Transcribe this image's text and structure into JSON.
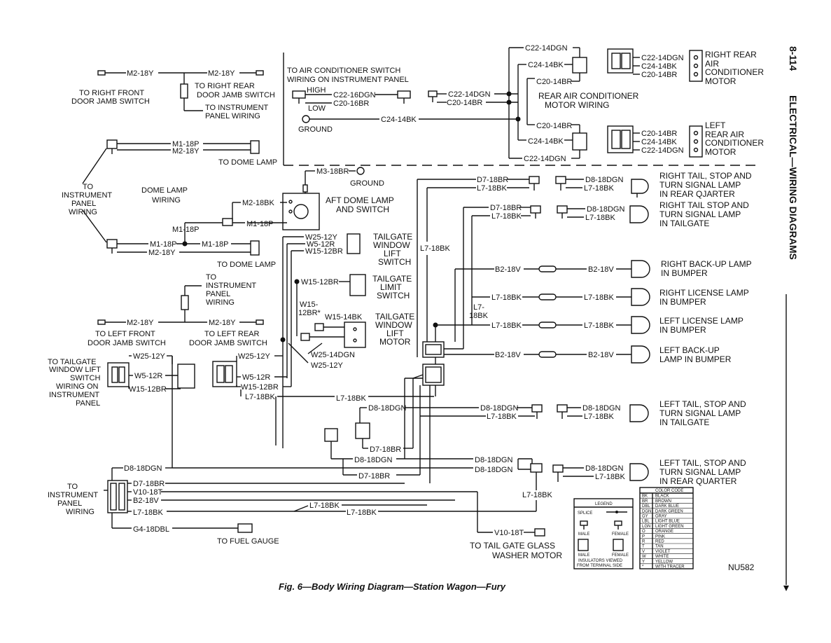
{
  "header": {
    "page_number": "8-114",
    "section_title": "ELECTRICAL—WIRING DIAGRAMS",
    "caption": "Fig. 6—Body Wiring Diagram—Station Wagon—Fury",
    "figure_code": "NU582"
  },
  "labels": {
    "m2_18y_a": "M2-18Y",
    "m2_18y_b": "M2-18Y",
    "to_right_front": "TO RIGHT FRONT",
    "door_jamb_switch_rf": "DOOR JAMB SWITCH",
    "to_right_rear": "TO RIGHT REAR",
    "door_jamb_switch_rr": "DOOR JAMB SWITCH",
    "to_instrument": "TO  INSTRUMENT",
    "panel_wiring": "PANEL  WIRING",
    "to_ac_switch": "TO AIR CONDITIONER SWITCH",
    "wiring_on_panel": "WIRING ON INSTRUMENT PANEL",
    "high": "HIGH",
    "low": "LOW",
    "c22_16dgn": "C22-16DGN",
    "c20_16br": "C20-16BR",
    "c22_14dgn_mid": "C22-14DGN",
    "c20_14br_mid": "C20-14BR",
    "ground": "GROUND",
    "c24_14bk_mid": "C24-14BK",
    "c22_14dgn_top": "C22-14DGN",
    "c24_14bk_top": "C24-14BK",
    "c20_14br_top": "C20-14BR",
    "rr_c22": "C22-14DGN",
    "rr_c24": "C24-14BK",
    "rr_c20": "C20-14BR",
    "right_rear_ac_1": "RIGHT REAR",
    "right_rear_ac_2": "AIR",
    "right_rear_ac_3": "CONDITIONER",
    "right_rear_ac_4": "MOTOR",
    "rear_ac_motor_wiring_1": "REAR  AIR  CONDITIONER",
    "rear_ac_motor_wiring_2": "MOTOR  WIRING",
    "c20_14br_low": "C20-14BR",
    "c24_14bk_low": "C24-14BK",
    "c22_14dgn_low": "C22-14DGN",
    "lr_c20": "C20-14BR",
    "lr_c24": "C24-14BK",
    "lr_c22": "C22-14DGN",
    "left_rear_ac_1": "LEFT",
    "left_rear_ac_2": "REAR  AIR",
    "left_rear_ac_3": "CONDITIONER",
    "left_rear_ac_4": "MOTOR",
    "m1_18p_top": "M1-18P",
    "m2_18y_top": "M2-18Y",
    "to_dome_lamp_top": "TO DOME LAMP",
    "to_ip_wiring_1": "TO",
    "to_ip_wiring_2": "INSTRUMENT",
    "to_ip_wiring_3": "PANEL",
    "to_ip_wiring_4": "WIRING",
    "dome_lamp_wiring_1": "DOME LAMP",
    "dome_lamp_wiring_2": "WIRING",
    "m3_18br": "M3-18BR",
    "ground_aft": "GROUND",
    "m2_18bk": "M2-18BK",
    "m1_18p_aft": "M1-18P",
    "aft_dome_1": "AFT  DOME  LAMP",
    "aft_dome_2": "AND  SWITCH",
    "m1_18p_left": "M1-18P",
    "m1_18p_low": "M1-18P",
    "m1_18p_low2": "M1-18P",
    "m2_18y_low": "M2-18Y",
    "to_dome_lamp_low": "TO DOME  LAMP",
    "w25_12y_a": "W25-12Y",
    "w5_12r_a": "W5-12R",
    "w15_12br_a": "W15-12BR",
    "tailgate_window_1": "TAILGATE",
    "tailgate_window_2": "WINDOW",
    "tailgate_window_3": "LIFT",
    "tailgate_window_4": "SWITCH",
    "w15_12br_b": "W15-12BR",
    "limit_1": "TAILGATE",
    "limit_2": "LIMIT",
    "limit_3": "SWITCH",
    "w15_12br_star_1": "W15-",
    "w15_12br_star_2": "12BR*",
    "w15_14bk": "W15-14BK",
    "motor_1": "TAILGATE",
    "motor_2": "WINDOW",
    "motor_3": "LIFT",
    "motor_4": "MOTOR",
    "w25_14dgn": "W25-14DGN",
    "w25_12y_b": "W25-12Y",
    "to_instr_1": "TO",
    "to_instr_2": "INSTRUMENT",
    "to_instr_3": "PANEL",
    "to_instr_4": "WIRING",
    "m2_18y_lf": "M2-18Y",
    "m2_18y_lr": "M2-18Y",
    "to_left_front_1": "TO  LEFT  FRONT",
    "to_left_front_2": "DOOR  JAMB  SWITCH",
    "to_left_rear_1": "TO  LEFT  REAR",
    "to_left_rear_2": "DOOR  JAMB  SWITCH",
    "to_tailgate_1": "TO TAILGATE",
    "to_tailgate_2": "WINDOW LIFT",
    "to_tailgate_3": "SWITCH",
    "to_tailgate_4": "WIRING ON",
    "to_tailgate_5": "INSTRUMENT",
    "to_tailgate_6": "PANEL",
    "w25_12y_c": "W25-12Y",
    "w5_12r_c": "W5-12R",
    "w15_12br_c": "W15-12BR",
    "w25_12y_d": "W25-12Y",
    "w5_12r_d": "W5-12R",
    "w15_12br_d": "W15-12BR",
    "l7_18bk_d": "L7-18BK",
    "l7_18bk_e": "L7-18BK",
    "d7_18br_a": "D7-18BR",
    "l7_18bk_a": "L7-18BK",
    "d8_18dgn_a": "D8-18DGN",
    "l7_18bk_a2": "L7-18BK",
    "rt_tail_qtr_1": "RIGHT TAIL, STOP AND",
    "rt_tail_qtr_2": "TURN  SIGNAL  LAMP",
    "rt_tail_qtr_3": "IN  REAR  QJARTER",
    "d7_18br_b": "D7-18BR",
    "l7_18bk_b": "L7-18BK",
    "d8_18dgn_b": "D8-18DGN",
    "l7_18bk_b2": "L7-18BK",
    "rt_tail_tg_1": "RIGHT TAIL STOP AND",
    "rt_tail_tg_2": "TURN  SIGNAL  LAMP",
    "rt_tail_tg_3": "IN  TAILGATE",
    "l7_18bk_vert": "L7-18BK",
    "b2_18v_a": "B2-18V",
    "b2_18v_a2": "B2-18V",
    "rt_backup_1": "RIGHT  BACK-UP  LAMP",
    "rt_backup_2": "IN  BUMPER",
    "l7_18bk_c": "L7-18BK",
    "l7_18bk_c2": "L7-18BK",
    "rt_license_1": "RIGHT  LICENSE  LAMP",
    "rt_license_2": "IN  BUMPER",
    "l7_18bk_v1": "L7-",
    "l7_18bk_v2": "18BK",
    "l7_18bk_f": "L7-18BK",
    "l7_18bk_f2": "L7-18BK",
    "lt_license_1": "LEFT  LICENSE  LAMP",
    "lt_license_2": "IN  BUMPER",
    "b2_18v_b": "B2-18V",
    "b2_18v_b2": "B2-18V",
    "lt_backup_1": "LEFT  BACK-UP",
    "lt_backup_2": "LAMP  IN  BUMPER",
    "d8_18dgn_g": "D8-18DGN",
    "d8_18dgn_g2": "D8-18DGN",
    "l7_18bk_g": "L7-18BK",
    "d8_18dgn_g3": "D8-18DGN",
    "l7_18bk_g2": "L7-18BK",
    "lt_tail_tg_1": "LEFT TAIL, STOP AND",
    "lt_tail_tg_2": "TURN  SIGNAL  LAMP",
    "lt_tail_tg_3": "IN  TAILGATE",
    "d7_18br_h": "D7-18BR",
    "d8_18dgn_h": "D8-18DGN",
    "d8_18dgn_h2": "D8-18DGN",
    "d8_18dgn_h3": "D8-18DGN",
    "d8_18dgn_h4": "D8-18DGN",
    "d7_18br_h2": "D7-18BR",
    "l7_18bk_h": "L7-18BK",
    "lt_tail_qtr_1": "LEFT TAIL, STOP AND",
    "lt_tail_qtr_2": "TURN  SIGNAL  LAMP",
    "lt_tail_qtr_3": "IN  REAR  QUARTER",
    "d8_18dgn_ip": "D8-18DGN",
    "d7_18br_ip": "D7-18BR",
    "v10_18t_ip": "V10-18T",
    "b2_18v_ip": "B2-18V",
    "l7_18bk_ip": "L7-18BK",
    "l7_18bk_ip2": "L7-18BK",
    "l7_18bk_ip3": "L7-18BK",
    "g4_18dbl": "G4-18DBL",
    "to_ip_1": "TO",
    "to_ip_2": "INSTRUMENT",
    "to_ip_3": "PANEL",
    "to_ip_4": "WIRING",
    "to_fuel_gauge": "TO  FUEL  GAUGE",
    "l7_18bk_low": "L7-18BK",
    "v10_18t": "V10-18T",
    "to_tailgate_glass_1": "TO  TAIL GATE  GLASS",
    "to_tailgate_glass_2": "WASHER  MOTOR"
  },
  "legend": {
    "title": "LEGEND",
    "splice": "SPLICE",
    "male": "MALE",
    "female": "FEMALE",
    "male2": "MALE",
    "female2": "FEMALE",
    "insulators_1": "INSULATORS VIEWED",
    "insulators_2": "FROM TERMINAL SIDE"
  },
  "color_code": {
    "title": "COLOR CODE",
    "rows": [
      [
        "BK",
        "BLACK"
      ],
      [
        "BR",
        "BROWN"
      ],
      [
        "DBL",
        "DARK BLUE"
      ],
      [
        "DGN",
        "DARK GREEN"
      ],
      [
        "GY",
        "GRAY"
      ],
      [
        "LBL",
        "LIGHT BLUE"
      ],
      [
        "LGN",
        "LIGHT GREEN"
      ],
      [
        "O",
        "ORANGE"
      ],
      [
        "P",
        "PINK"
      ],
      [
        "R",
        "RED"
      ],
      [
        "T",
        "TAN"
      ],
      [
        "V",
        "VIOLET"
      ],
      [
        "W",
        "WHITE"
      ],
      [
        "Y",
        "YELLOW"
      ],
      [
        "*",
        "WITH TRACER"
      ]
    ]
  }
}
